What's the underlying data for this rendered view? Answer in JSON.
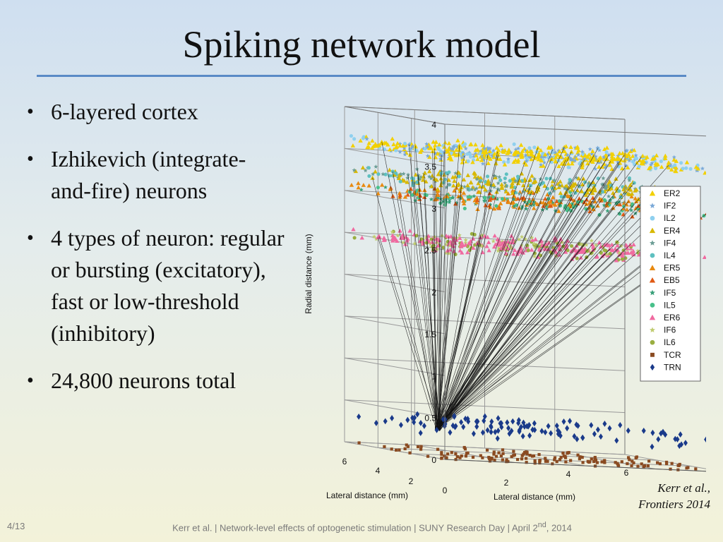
{
  "title": "Spiking network model",
  "bullets": [
    "6-layered cortex",
    "Izhikevich (integrate-and-fire) neurons",
    "4 types of neuron: regular or bursting (excitatory), fast  or low-threshold (inhibitory)",
    "24,800 neurons total"
  ],
  "figure": {
    "y_axis_label": "Radial distance (mm)",
    "y_ticks": [
      "0",
      "0.5",
      "1",
      "1.5",
      "2",
      "2.5",
      "3",
      "3.5",
      "4"
    ],
    "x_axis_label_left": "Lateral distance (mm)",
    "x_axis_label_right": "Lateral distance (mm)",
    "left_ticks": [
      "6",
      "4",
      "2",
      "0"
    ],
    "right_ticks": [
      "2",
      "4",
      "6"
    ],
    "legend": [
      {
        "label": "ER2",
        "marker": "triangle",
        "color": "#f2d000"
      },
      {
        "label": "IF2",
        "marker": "star",
        "color": "#7aa9d8"
      },
      {
        "label": "IL2",
        "marker": "circle",
        "color": "#8fd0ef"
      },
      {
        "label": "ER4",
        "marker": "triangle",
        "color": "#d8b800"
      },
      {
        "label": "IF4",
        "marker": "star",
        "color": "#6d9e96"
      },
      {
        "label": "IL4",
        "marker": "circle",
        "color": "#5ec0c0"
      },
      {
        "label": "ER5",
        "marker": "triangle",
        "color": "#e88a10"
      },
      {
        "label": "EB5",
        "marker": "triangle",
        "color": "#e05a14"
      },
      {
        "label": "IF5",
        "marker": "star",
        "color": "#3aa07a"
      },
      {
        "label": "IL5",
        "marker": "circle",
        "color": "#48c08a"
      },
      {
        "label": "ER6",
        "marker": "triangle",
        "color": "#f06aa0"
      },
      {
        "label": "IF6",
        "marker": "star",
        "color": "#c0cc70"
      },
      {
        "label": "IL6",
        "marker": "circle",
        "color": "#9aae40"
      },
      {
        "label": "TCR",
        "marker": "square",
        "color": "#8a4a20"
      },
      {
        "label": "TRN",
        "marker": "diamond",
        "color": "#1a3a8a"
      }
    ]
  },
  "citation": {
    "line1": "Kerr et al.,",
    "line2": "Frontiers 2014"
  },
  "footer": {
    "slide_number": "4/13",
    "text_before_sup": "Kerr et al.   |   Network-level effects of optogenetic stimulation   |   SUNY Research Day   |   April 2",
    "sup": "nd",
    "text_after_sup": ", 2014"
  }
}
